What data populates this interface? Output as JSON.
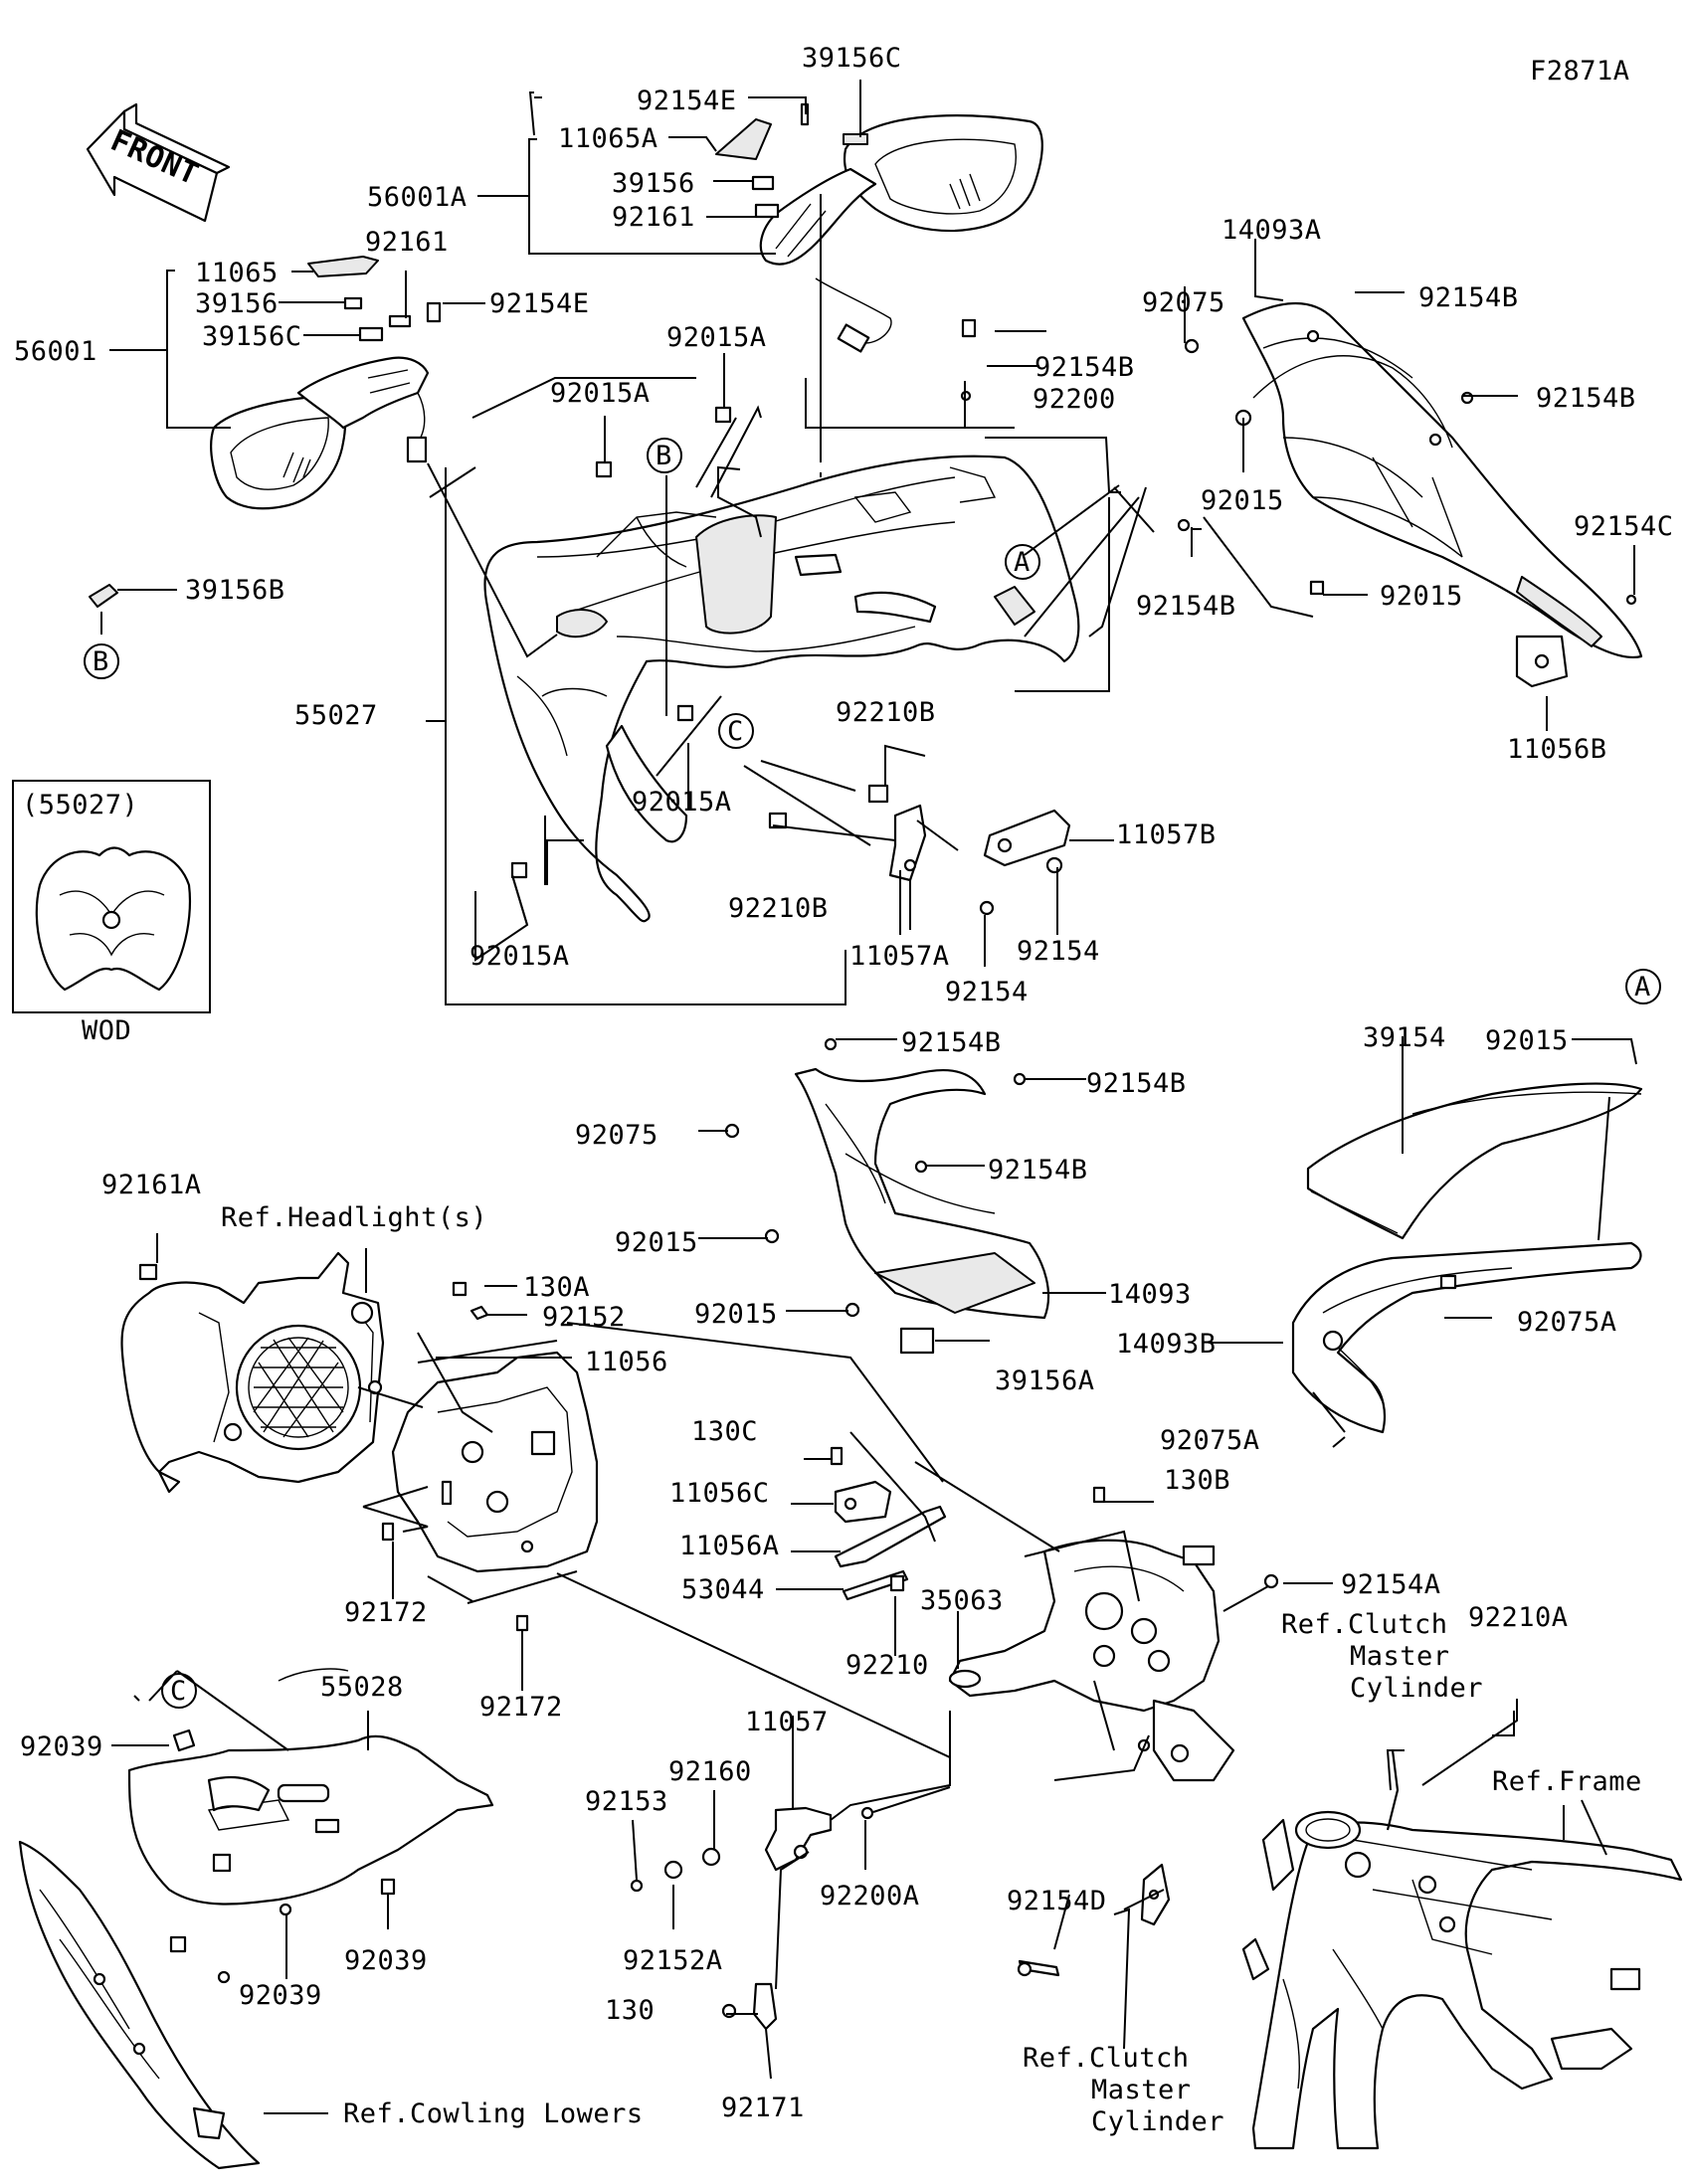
{
  "diagram": {
    "code": "F2871A",
    "front_arrow": "FRONT",
    "inset": {
      "title": "(55027)",
      "caption": "WOD"
    },
    "refs": {
      "a": "A",
      "b": "B",
      "c": "C"
    },
    "notes": {
      "headlight": "Ref.Headlight(s)",
      "clutch_top": [
        "Ref.Clutch",
        "Master",
        "Cylinder"
      ],
      "clutch_bottom": [
        "Ref.Clutch",
        "Master",
        "Cylinder"
      ],
      "frame": "Ref.Frame",
      "cowling_lowers": "Ref.Cowling Lowers"
    },
    "parts": [
      "39156C",
      "92154E",
      "11065A",
      "39156",
      "92161",
      "56001A",
      "11065",
      "92161",
      "39156",
      "92154E",
      "39156C",
      "56001",
      "92015A",
      "92015A",
      "92154B",
      "92200",
      "14093A",
      "92075",
      "92154B",
      "92154B",
      "92015",
      "92154C",
      "92154B",
      "92015",
      "11056B",
      "39156B",
      "55027",
      "92210B",
      "11057B",
      "92015A",
      "92210B",
      "11057A",
      "92154",
      "92154",
      "92015A",
      "92154B",
      "92154B",
      "92075",
      "92154B",
      "92015",
      "92015",
      "14093",
      "39156A",
      "39154",
      "92015",
      "92075A",
      "14093B",
      "92075A",
      "92161A",
      "130A",
      "92152",
      "11056",
      "130C",
      "11056C",
      "11056A",
      "53044",
      "92210",
      "130B",
      "92154A",
      "92210A",
      "35063",
      "92172",
      "92172",
      "55028",
      "92039",
      "92039",
      "92039",
      "11057",
      "92160",
      "92153",
      "92200A",
      "92152A",
      "92154D",
      "130",
      "92171"
    ]
  }
}
